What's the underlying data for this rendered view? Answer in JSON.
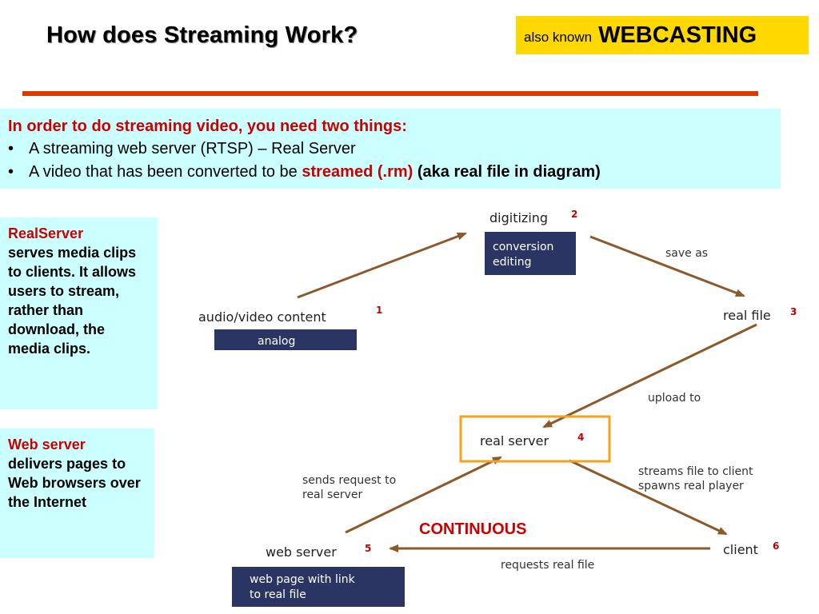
{
  "header": {
    "title": "How does Streaming Work?",
    "aka_small": "also known",
    "aka_big": "WEBCASTING"
  },
  "intro": {
    "lead": "In order to do streaming video, you need two things:",
    "bullet_char": "•",
    "bullet1": "A streaming web server (RTSP) – Real Server",
    "bullet2_prefix": "A video that has been converted to be ",
    "bullet2_red": "streamed (.rm)",
    "bullet2_suffix": " (aka real file in diagram)"
  },
  "sidebar": {
    "realserver_title": "RealServer",
    "realserver_body": "serves media clips to clients. It allows users to stream, rather than download, the media clips.",
    "webserver_title": "Web server",
    "webserver_body": "delivers pages to Web browsers over the Internet"
  },
  "diagram": {
    "nodes": {
      "content": {
        "label": "audio/video content",
        "num": "1",
        "box_line1": "analog",
        "box_line2": ""
      },
      "digitizing": {
        "label": "digitizing",
        "num": "2",
        "box_line1": "conversion",
        "box_line2": "editing"
      },
      "realfile": {
        "label": "real file",
        "num": "3"
      },
      "realserver": {
        "label": "real server",
        "num": "4"
      },
      "webserver": {
        "label": "web server",
        "num": "5",
        "box_line1": "web page with link",
        "box_line2": "to real file"
      },
      "client": {
        "label": "client",
        "num": "6"
      }
    },
    "edges": {
      "save_as": "save as",
      "upload_to": "upload to",
      "streams_line1": "streams file to client",
      "streams_line2": "spawns real player",
      "sends_line1": "sends request to",
      "sends_line2": "real server",
      "requests": "requests real file"
    },
    "continuous": "CONTINUOUS",
    "colors": {
      "arrow": "#8b5a2b",
      "box": "#2b3564",
      "highlight": "#f5a31a"
    }
  }
}
